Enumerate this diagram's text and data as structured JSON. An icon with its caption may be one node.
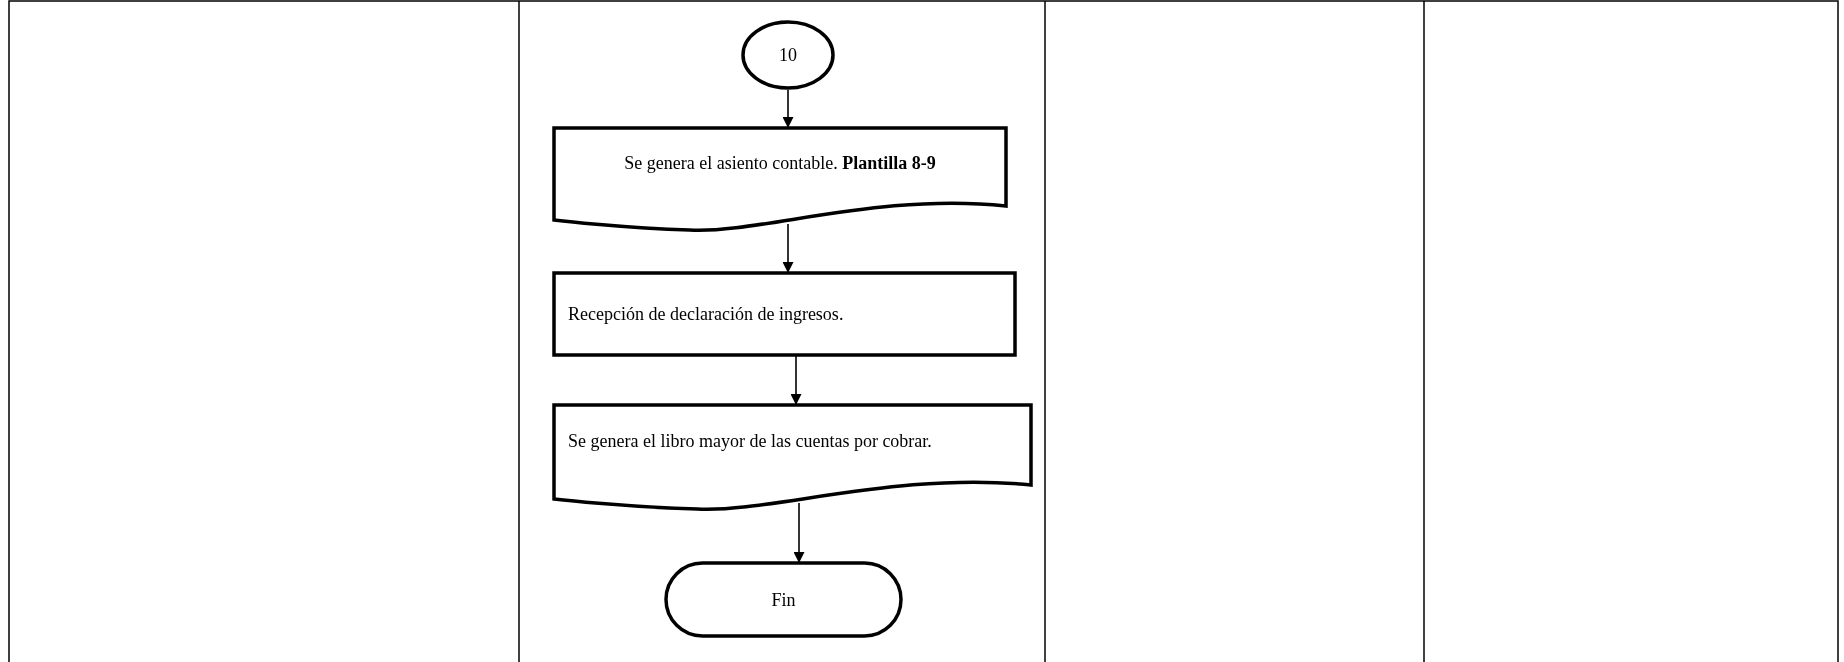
{
  "diagram": {
    "nodes": [
      {
        "text": [
          "10"
        ]
      },
      {
        "text": [
          "Se genera el asiento contable. **Plantilla 8-9**"
        ]
      },
      {
        "text": [
          "Recepción de declaración de ingresos."
        ]
      },
      {
        "text": [
          "Se genera el libro mayor de las cuentas por cobrar."
        ]
      },
      {
        "text": [
          "Fin"
        ]
      }
    ],
    "edges": [
      {
        "from": 0,
        "to": 1,
        "arrow": "to"
      },
      {
        "from": 1,
        "to": 2,
        "arrow": "to"
      },
      {
        "from": 2,
        "to": 3,
        "arrow": "to"
      },
      {
        "from": 3,
        "to": 4,
        "arrow": "to"
      }
    ]
  }
}
